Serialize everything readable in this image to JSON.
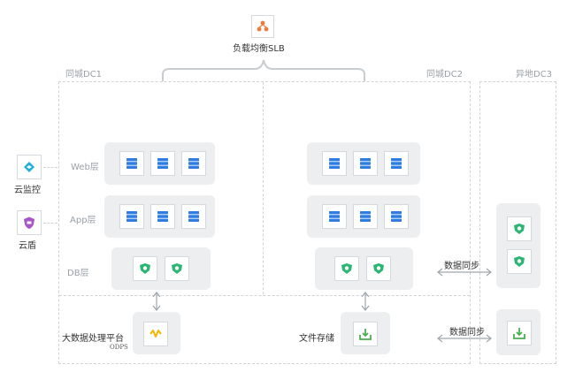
{
  "slb": {
    "label": "负载均衡SLB",
    "icon": "load-balancer-icon"
  },
  "dc1": {
    "label": "同城DC1"
  },
  "dc2": {
    "label": "同城DC2"
  },
  "dc3": {
    "label": "异地DC3"
  },
  "layers": {
    "web": "Web层",
    "app": "App层",
    "db": "DB层"
  },
  "side": {
    "monitor": {
      "label": "云监控",
      "icon": "cloud-monitor-icon"
    },
    "shield": {
      "label": "云盾",
      "icon": "cloud-shield-icon"
    }
  },
  "bigdata": {
    "label": "大数据处理平台",
    "sub": "ODPS",
    "icon": "odps-icon"
  },
  "file_storage": {
    "label": "文件存储",
    "icon": "storage-icon"
  },
  "sync": {
    "label1": "数据同步",
    "label2": "数据同步"
  },
  "colors": {
    "server": "#2f7de1",
    "db": "#2bb673",
    "storage": "#4caf50",
    "slb": "#f07a3a",
    "odps": "#f5b400",
    "shield": "#a855c7",
    "monitor": "#1fb0d8"
  }
}
